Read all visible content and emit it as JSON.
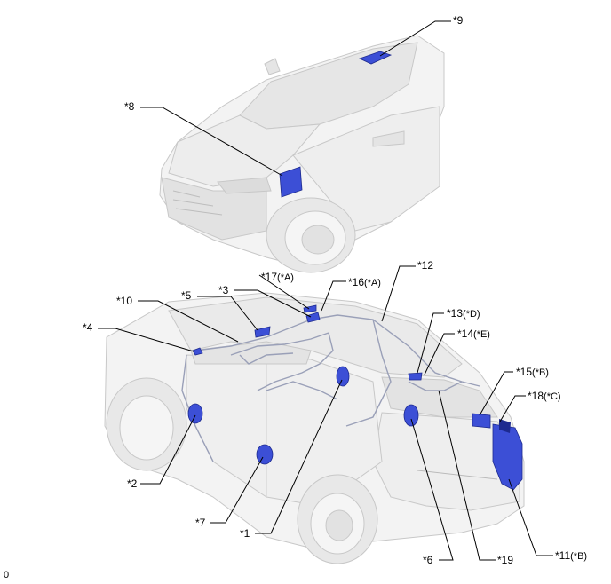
{
  "colors": {
    "car_body": "#f1f1f1",
    "car_outline": "#c9c9c9",
    "component_blue": "#3c4fd6",
    "component_dark": "#1d2a8f",
    "harness": "#9aa0b8",
    "leader_line": "#000000"
  },
  "callouts": [
    {
      "id": "c9",
      "text": "*9"
    },
    {
      "id": "c8",
      "text": "*8"
    },
    {
      "id": "c17",
      "text": "*17",
      "sub": "(*A)"
    },
    {
      "id": "c16",
      "text": "*16",
      "sub": "(*A)"
    },
    {
      "id": "c12",
      "text": "*12"
    },
    {
      "id": "c5",
      "text": "*5"
    },
    {
      "id": "c3",
      "text": "*3"
    },
    {
      "id": "c10",
      "text": "*10"
    },
    {
      "id": "c13",
      "text": "*13",
      "sub": "(*D)"
    },
    {
      "id": "c4",
      "text": "*4"
    },
    {
      "id": "c14",
      "text": "*14",
      "sub": "(*E)"
    },
    {
      "id": "c15",
      "text": "*15",
      "sub": "(*B)"
    },
    {
      "id": "c18",
      "text": "*18",
      "sub": "(*C)"
    },
    {
      "id": "c2",
      "text": "*2"
    },
    {
      "id": "c7",
      "text": "*7"
    },
    {
      "id": "c1",
      "text": "*1"
    },
    {
      "id": "c6",
      "text": "*6"
    },
    {
      "id": "c19",
      "text": "*19"
    },
    {
      "id": "c11",
      "text": "*11",
      "sub": "(*B)"
    }
  ],
  "corner_code": "0"
}
